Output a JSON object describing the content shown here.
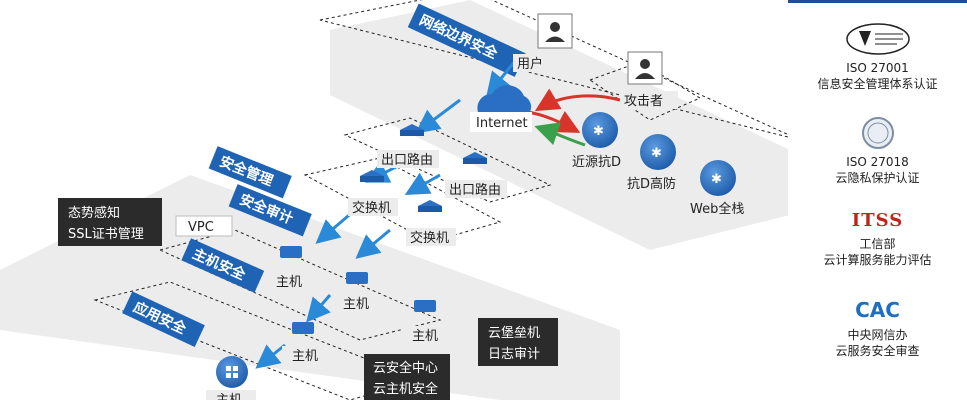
{
  "zones": {
    "network_border": "网络边界安全",
    "security_mgmt": "安全管理",
    "security_audit": "安全审计",
    "host_security": "主机安全",
    "app_security": "应用安全"
  },
  "nodes": {
    "user": "用户",
    "attacker": "攻击者",
    "internet": "Internet",
    "near_source_antid": "近源抗D",
    "antid_defense": "抗D高防",
    "web_stack": "Web全栈",
    "egress_router_1": "出口路由",
    "egress_router_2": "出口路由",
    "switch_1": "交换机",
    "switch_2": "交换机",
    "vpc": "VPC",
    "host_1": "主机",
    "host_2": "主机",
    "host_3": "主机",
    "host_4": "主机",
    "host_5": "主机"
  },
  "boxes": {
    "situation_line1": "态势感知",
    "situation_line2": "SSL证书管理",
    "bastion_line1": "云堡垒机",
    "bastion_line2": "日志审计",
    "cloud_center_line1": "云安全中心",
    "cloud_center_line2": "云主机安全"
  },
  "certifications": [
    {
      "icon": "iso-27001-badge-icon",
      "title": "ISO 27001",
      "caption": "信息安全管理体系认证"
    },
    {
      "icon": "iso-27018-badge-icon",
      "title": "ISO 27018",
      "caption": "云隐私保护认证"
    },
    {
      "icon": "itss-logo-icon",
      "title": "工信部",
      "caption": "云计算服务能力评估",
      "logo_text": "ITSS"
    },
    {
      "icon": "cac-logo-icon",
      "title": "中央网信办",
      "caption": "云服务安全审查",
      "logo_text": "CAC"
    }
  ],
  "colors": {
    "band_blue": "#1f63b4",
    "node_blue": "#2a6fc4",
    "arrow_blue": "#2b8ad8",
    "attack_red": "#d9342b",
    "defense_green": "#3aa14a",
    "dark_box": "#2b2b2b",
    "panel_grey": "#ececec"
  }
}
